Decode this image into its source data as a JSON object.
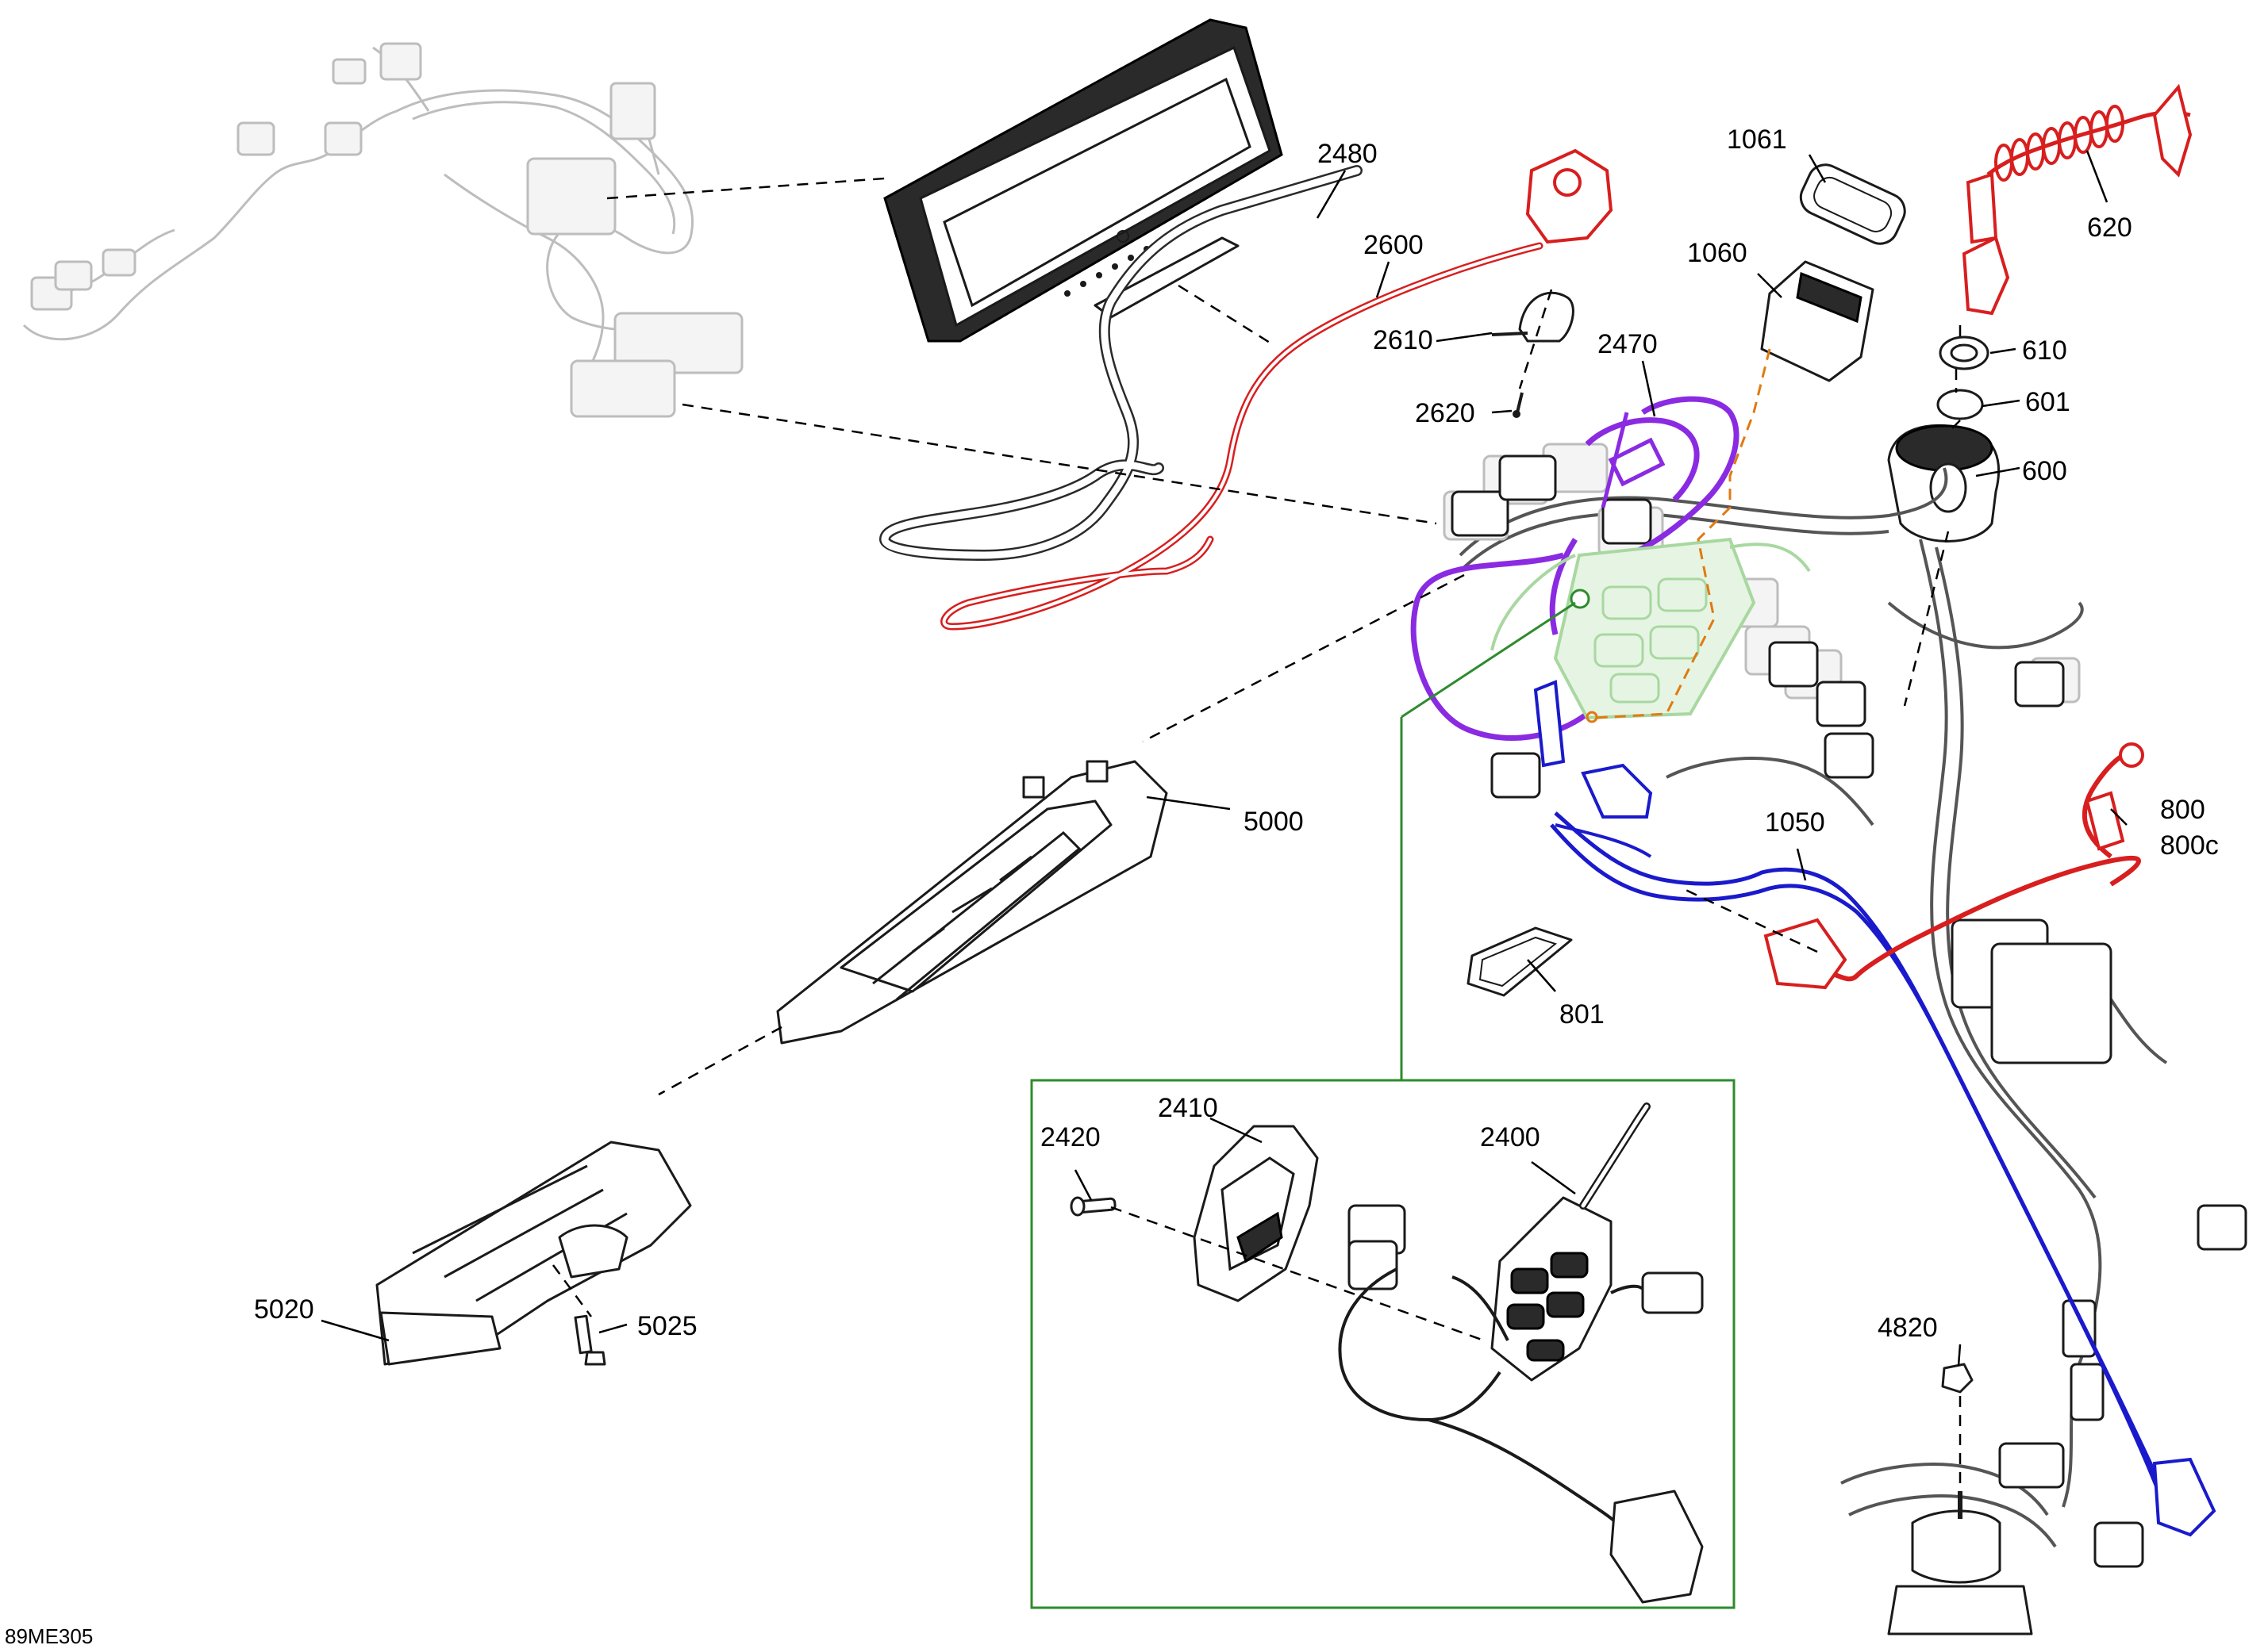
{
  "diagram": {
    "code": "89ME305",
    "colors": {
      "red": "#d81e1e",
      "purple": "#8a2be2",
      "blue": "#1a1acc",
      "green": "#2e8b2e",
      "light_green": "#a8d8a0",
      "orange": "#e07a10",
      "inset_border": "#2e8b2e"
    },
    "callouts": [
      {
        "id": "c2480",
        "text": "2480"
      },
      {
        "id": "c2600",
        "text": "2600"
      },
      {
        "id": "c2610",
        "text": "2610"
      },
      {
        "id": "c2620",
        "text": "2620"
      },
      {
        "id": "c2470",
        "text": "2470"
      },
      {
        "id": "c1061",
        "text": "1061"
      },
      {
        "id": "c1060",
        "text": "1060"
      },
      {
        "id": "c620",
        "text": "620"
      },
      {
        "id": "c610",
        "text": "610"
      },
      {
        "id": "c601",
        "text": "601"
      },
      {
        "id": "c600",
        "text": "600"
      },
      {
        "id": "c5000",
        "text": "5000"
      },
      {
        "id": "c1050",
        "text": "1050"
      },
      {
        "id": "c800",
        "text": "800"
      },
      {
        "id": "c800c",
        "text": "800c"
      },
      {
        "id": "c801",
        "text": "801"
      },
      {
        "id": "c2410",
        "text": "2410"
      },
      {
        "id": "c2420",
        "text": "2420"
      },
      {
        "id": "c2400",
        "text": "2400"
      },
      {
        "id": "c5020",
        "text": "5020"
      },
      {
        "id": "c5025",
        "text": "5025"
      },
      {
        "id": "c4820",
        "text": "4820"
      }
    ]
  }
}
